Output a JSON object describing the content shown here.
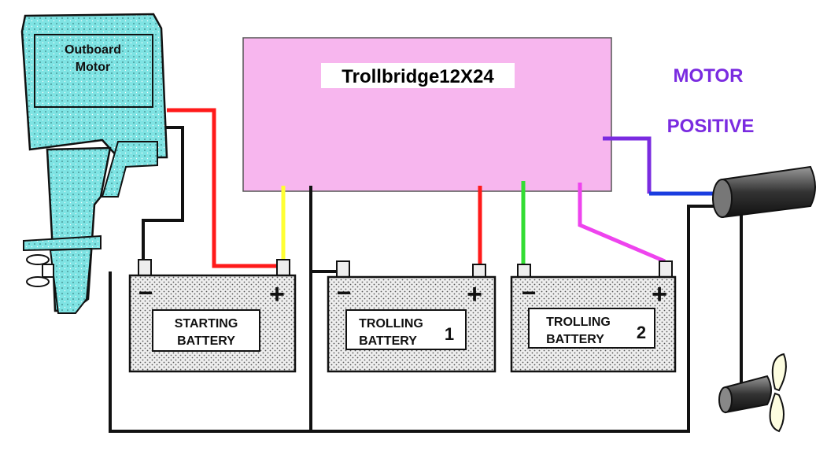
{
  "controller": {
    "label": "Trollbridge12X24",
    "fill": "#f7b6ee"
  },
  "outboard": {
    "label_line1": "Outboard",
    "label_line2": "Motor",
    "fill": "#7ee3e3"
  },
  "motor_positive": {
    "line1": "MOTOR",
    "line2": "POSITIVE",
    "color": "#7a2be0"
  },
  "batteries": [
    {
      "line1": "STARTING",
      "line2": "BATTERY",
      "number": ""
    },
    {
      "line1": "TROLLING",
      "line2": "BATTERY",
      "number": "1"
    },
    {
      "line1": "TROLLING",
      "line2": "BATTERY",
      "number": "2"
    }
  ],
  "terminals": {
    "negative": "−",
    "positive": "+"
  },
  "wire_colors": {
    "red": "#ff1a1a",
    "yellow": "#ffff33",
    "green": "#33dd33",
    "magenta": "#ee44ee",
    "purple": "#7a2be0",
    "blue": "#1a3de0",
    "black": "#111111"
  }
}
